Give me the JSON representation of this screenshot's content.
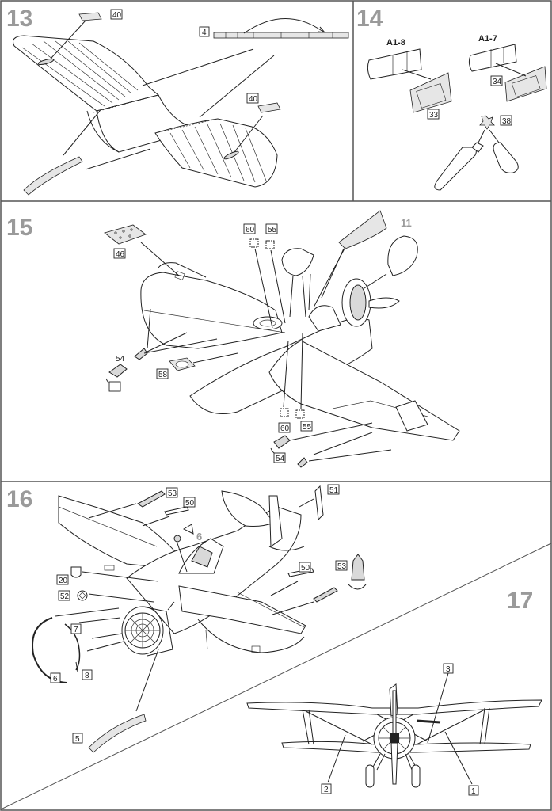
{
  "steps": [
    {
      "number": "13",
      "parts": [
        "40",
        "4",
        "40"
      ]
    },
    {
      "number": "14",
      "variants": [
        "A1-8",
        "A1-7"
      ],
      "parts": [
        "33",
        "34",
        "38"
      ]
    },
    {
      "number": "15",
      "parts": [
        "46",
        "60",
        "55",
        "11",
        "54",
        "58",
        "60",
        "55",
        "54"
      ]
    },
    {
      "number": "16",
      "parts": [
        "53",
        "50",
        "6",
        "51",
        "20",
        "52",
        "7",
        "6",
        "8",
        "50",
        "53",
        "5"
      ]
    },
    {
      "number": "17",
      "parts": [
        "3",
        "2",
        "1"
      ]
    }
  ],
  "colors": {
    "line": "#222222",
    "panel_border": "#555555",
    "step_number": "#9a9a9a",
    "etched_part": "#e6e6e6"
  }
}
